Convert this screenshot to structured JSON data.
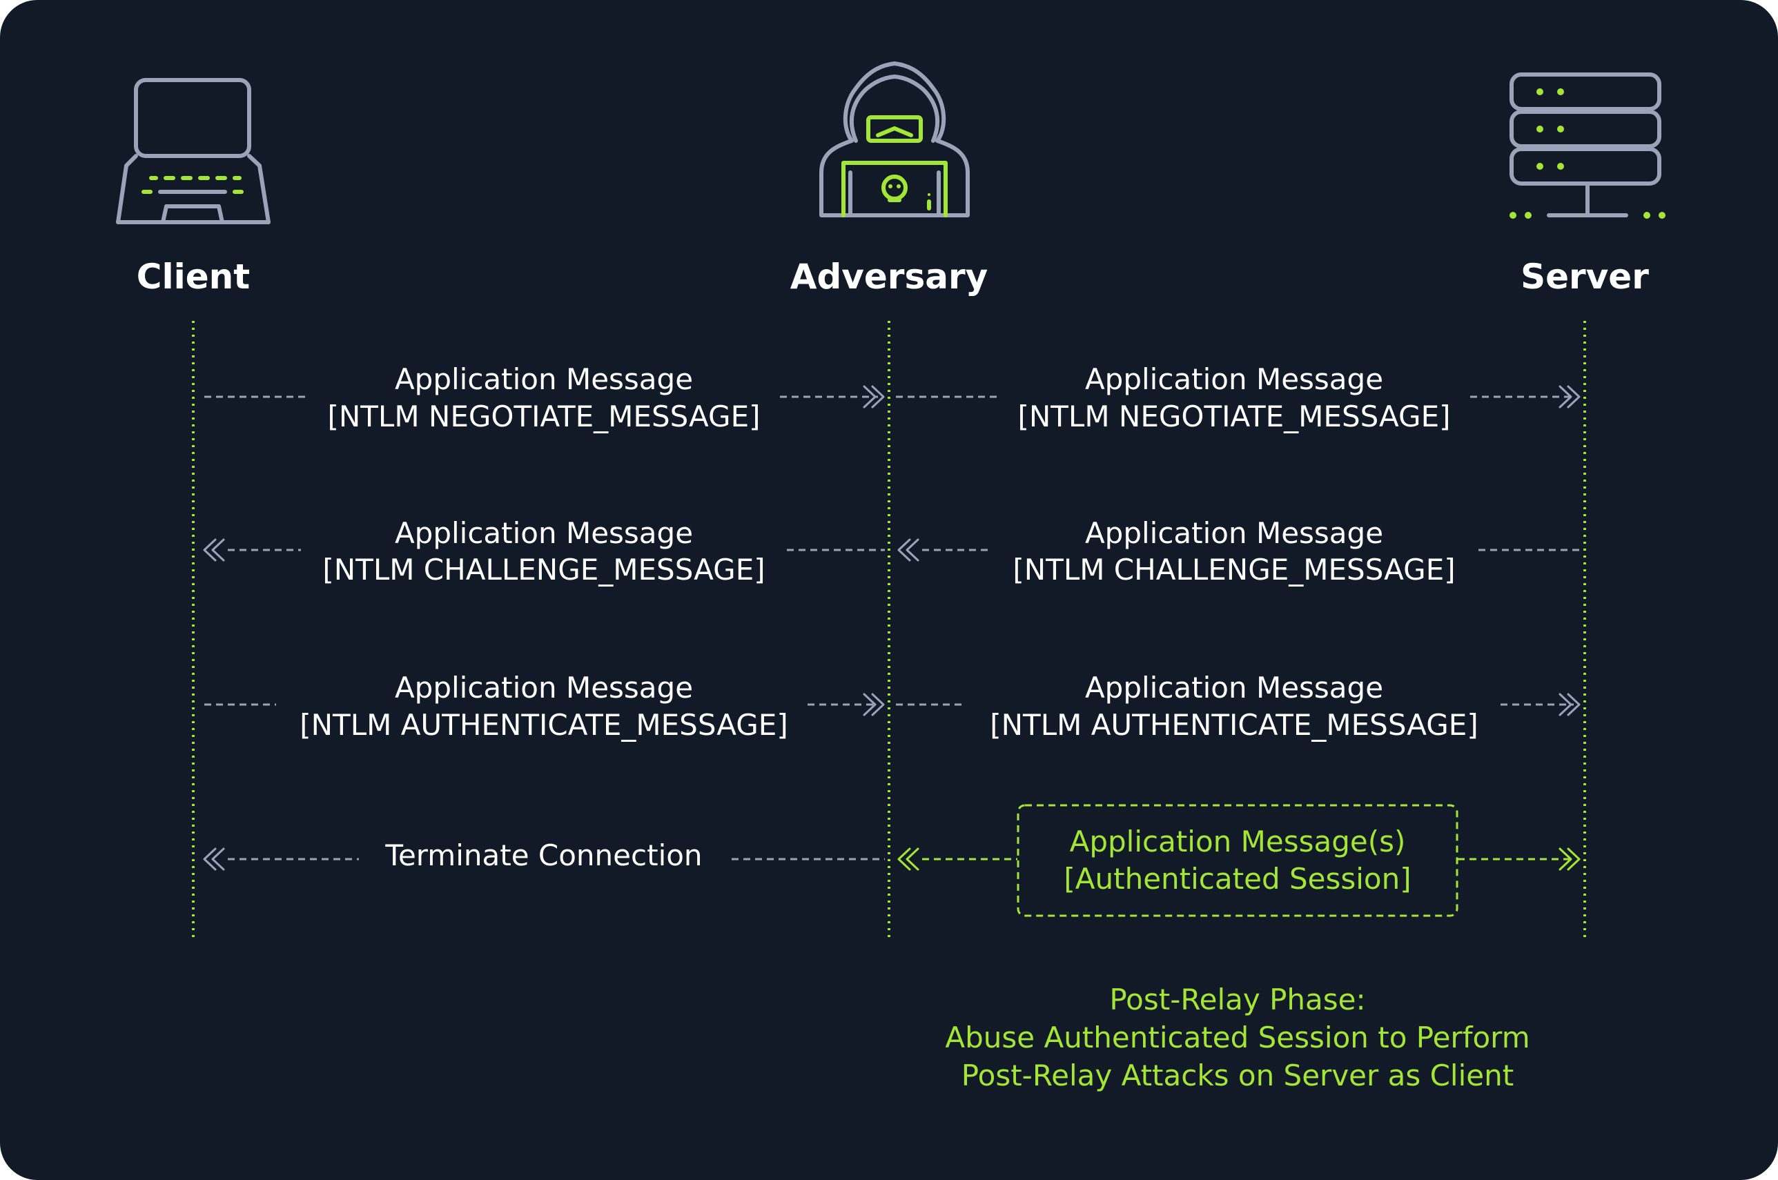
{
  "actors": {
    "client": {
      "name": "Client",
      "icon": "laptop-icon"
    },
    "adversary": {
      "name": "Adversary",
      "icon": "hacker-icon"
    },
    "server": {
      "name": "Server",
      "icon": "server-icon"
    }
  },
  "colors": {
    "background": "#111a26",
    "accent": "#a3e635",
    "line": "#9aa3b8",
    "text": "#ffffff"
  },
  "messages": [
    {
      "line1": "Application Message",
      "line2": "[NTLM NEGOTIATE_MESSAGE]"
    },
    {
      "line1": "Application Message",
      "line2": "[NTLM NEGOTIATE_MESSAGE]"
    },
    {
      "line1": "Application Message",
      "line2": "[NTLM CHALLENGE_MESSAGE]"
    },
    {
      "line1": "Application Message",
      "line2": "[NTLM CHALLENGE_MESSAGE]"
    },
    {
      "line1": "Application Message",
      "line2": "[NTLM AUTHENTICATE_MESSAGE]"
    },
    {
      "line1": "Application Message",
      "line2": "[NTLM AUTHENTICATE_MESSAGE]"
    }
  ],
  "terminate": {
    "label": "Terminate Connection"
  },
  "session_box": {
    "line1": "Application Message(s)",
    "line2": "[Authenticated Session]"
  },
  "post_relay": {
    "line1": "Post-Relay Phase:",
    "line2": "Abuse Authenticated Session to Perform",
    "line3": "Post-Relay Attacks on Server as Client"
  }
}
